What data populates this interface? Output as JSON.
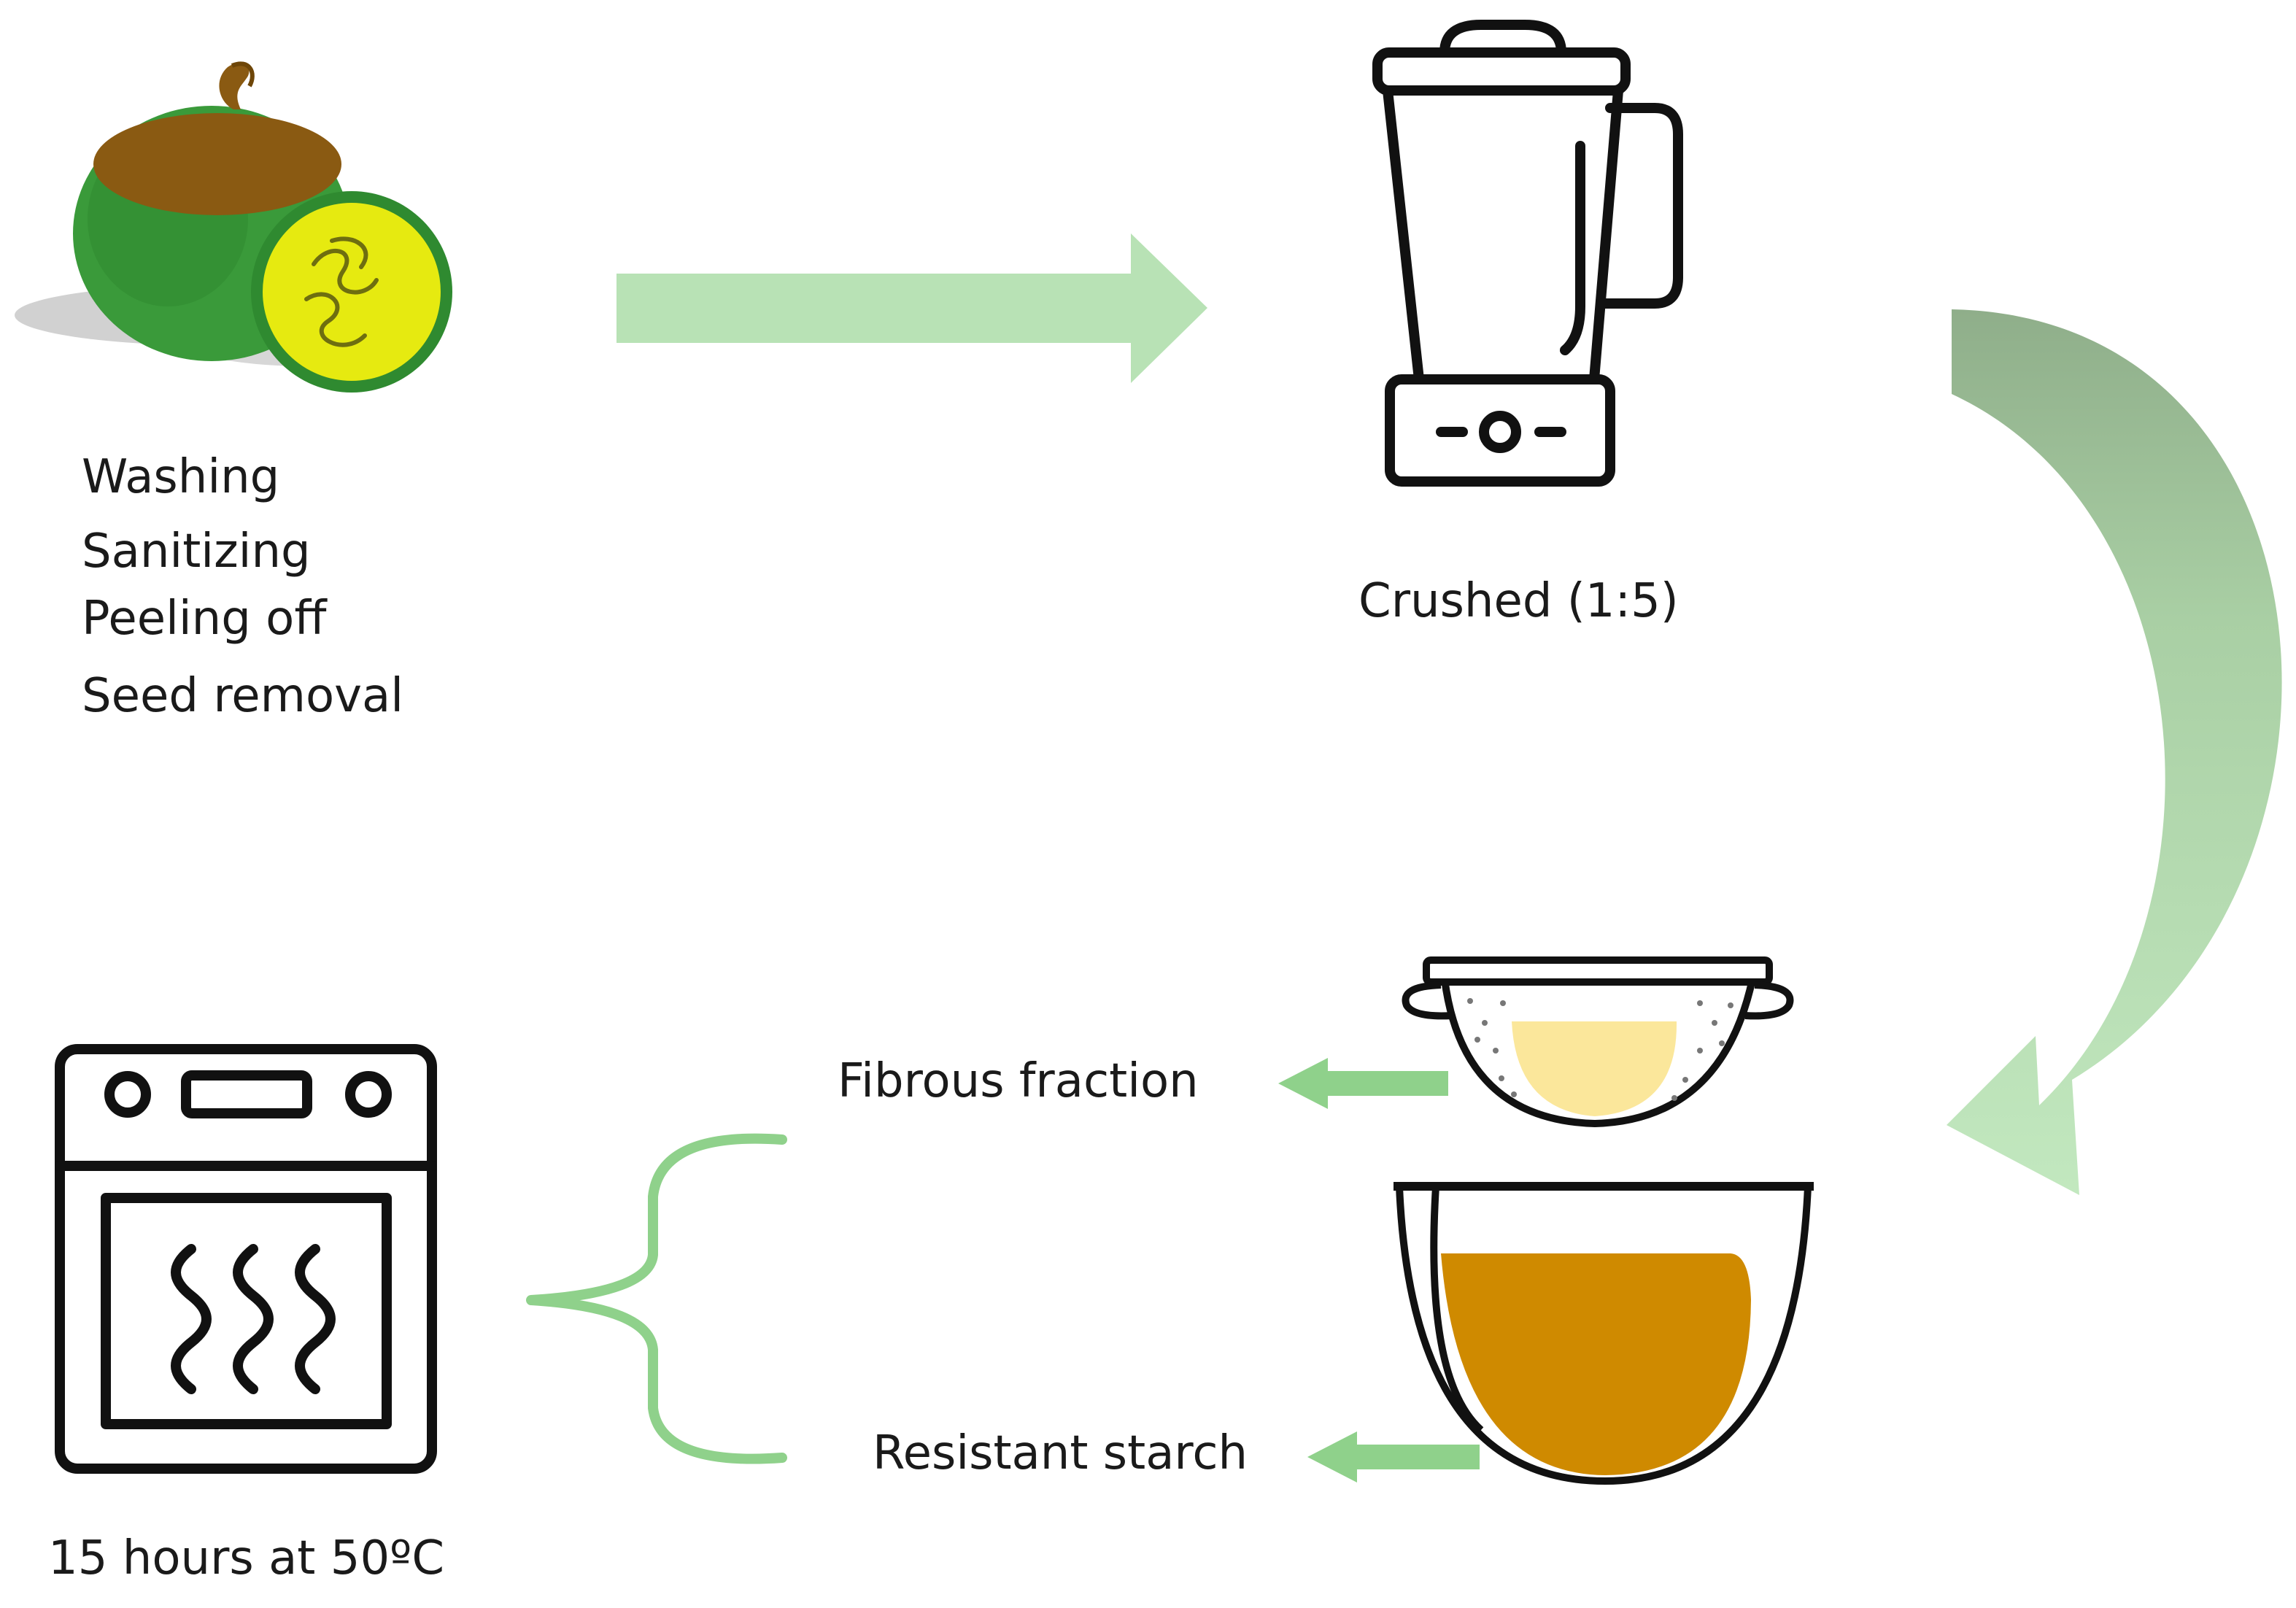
{
  "steps": {
    "prep": [
      "Washing",
      "Sanitizing",
      "Peeling off",
      "Seed removal"
    ],
    "crushed": "Crushed (1:5)",
    "fibrous": "Fibrous fraction",
    "starch": "Resistant starch",
    "dry": "15 hours at 50ºC"
  },
  "colors": {
    "arrow_light": "#b8e2b5",
    "arrow_dark": "#8fae8a",
    "arrow_small": "#8fd18b",
    "fruit_green": "#3a9a3a",
    "fruit_top": "#8a5a12",
    "fruit_slice": "#e6ea10",
    "colander_fill": "#fbe79b",
    "bowl_fill": "#cf8a00",
    "icon_line": "#111111"
  },
  "icons": [
    "fruit-icon",
    "blender-icon",
    "colander-icon",
    "bowl-icon",
    "oven-icon"
  ]
}
